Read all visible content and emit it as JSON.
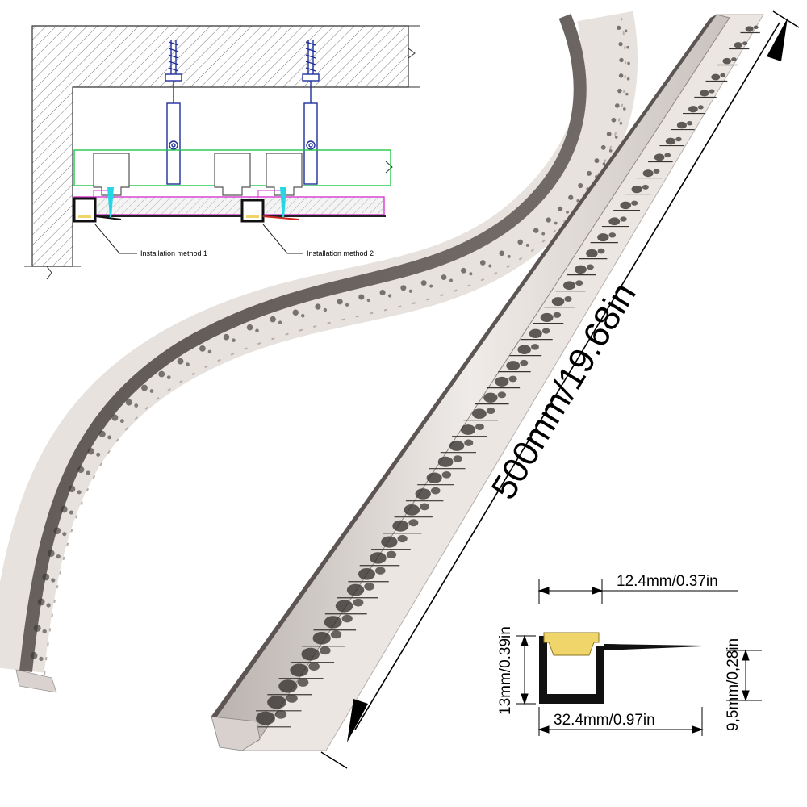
{
  "installation_drawing": {
    "method_1_label": "Installation method 1",
    "method_2_label": "Installation method 2"
  },
  "length_dimension": {
    "label": "500mm/19.68in"
  },
  "cross_section": {
    "top_width_label": "12.4mm/0.37in",
    "total_width_label": "32.4mm/0.97in",
    "height_label": "13mm/0.39in",
    "depth_label": "9,5mm/0,28in"
  },
  "colors": {
    "profile_fill": "#e6e0dc",
    "profile_dark": "#5e5755",
    "hatch": "#6d6d6d",
    "suspension_blue": "#1f2f9c",
    "led_strip": "#f0d56a",
    "beam_green": "#22c84a",
    "board_magenta": "#d63ad3"
  }
}
